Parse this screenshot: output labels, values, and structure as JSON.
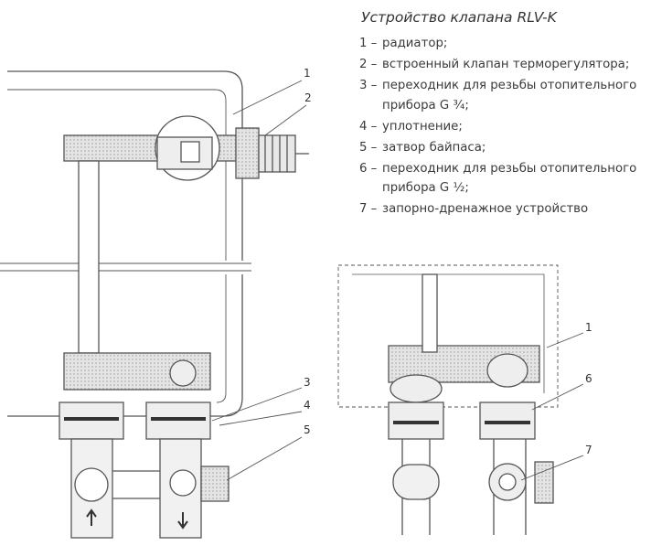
{
  "title": "Устройство клапана RLV-K",
  "legend": [
    {
      "num": "1 –",
      "text": "радиатор;"
    },
    {
      "num": "2 –",
      "text": "встроенный клапан терморегулятора;"
    },
    {
      "num": "3 –",
      "text": "переходник для резьбы отопительного прибора G ¾;"
    },
    {
      "num": "4 –",
      "text": "уплотнение;"
    },
    {
      "num": "5 –",
      "text": "затвор байпаса;"
    },
    {
      "num": "6 –",
      "text": "переходник для резьбы отопительного прибора G ½;"
    },
    {
      "num": "7 –",
      "text": "запорно-дренажное устройство"
    }
  ],
  "callouts": {
    "left": [
      "1",
      "2",
      "3",
      "4",
      "5"
    ],
    "right": [
      "1",
      "6",
      "7"
    ]
  },
  "colors": {
    "line": "#555555",
    "fill": "#d9d9d9",
    "hatch": "#bdbdbd"
  }
}
